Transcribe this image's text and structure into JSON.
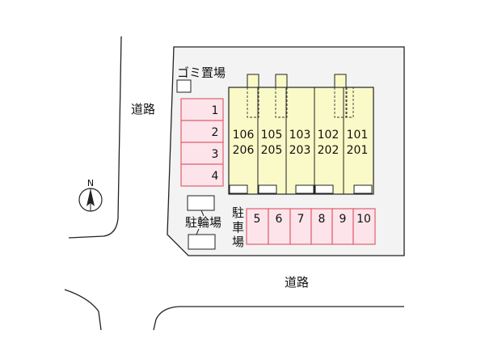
{
  "labels": {
    "road_left": "道路",
    "road_bottom": "道路",
    "garbage": "ゴミ置場",
    "bicycle": "駐輪場",
    "parking_chars": [
      "駐",
      "車",
      "場"
    ],
    "north": "N"
  },
  "units": [
    {
      "lower": "106",
      "upper": "206"
    },
    {
      "lower": "105",
      "upper": "205"
    },
    {
      "lower": "103",
      "upper": "203"
    },
    {
      "lower": "102",
      "upper": "202"
    },
    {
      "lower": "101",
      "upper": "201"
    }
  ],
  "parking_left": [
    "1",
    "2",
    "3",
    "4"
  ],
  "parking_bottom": [
    "5",
    "6",
    "7",
    "8",
    "9",
    "10"
  ],
  "colors": {
    "lot": "#f3f3f3",
    "building": "#fafac8",
    "parking_fill": "#fce4ea",
    "parking_stroke": "#e0606e",
    "line": "#222222"
  }
}
